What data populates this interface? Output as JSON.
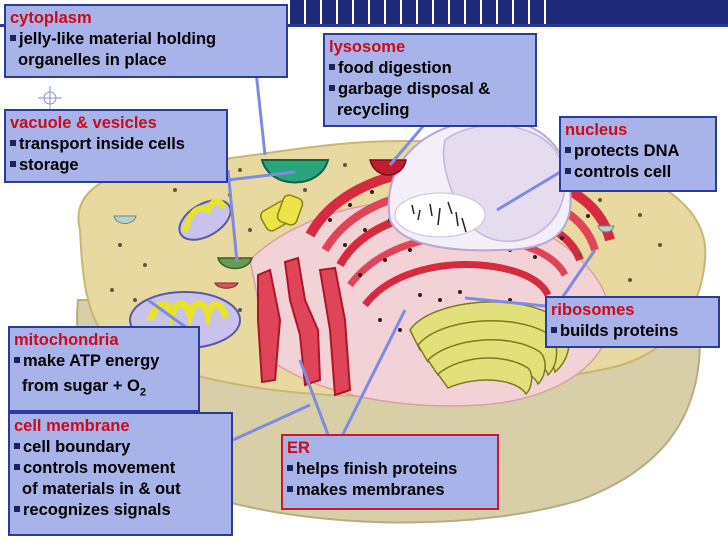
{
  "labels": {
    "cytoplasm": {
      "title": "cytoplasm",
      "items": [
        "jelly-like material holding"
      ],
      "cont": "organelles in place"
    },
    "lysosome": {
      "title": "lysosome",
      "items": [
        "food digestion",
        "garbage disposal &"
      ],
      "cont": "recycling"
    },
    "vacuole": {
      "title": "vacuole & vesicles",
      "items": [
        "transport inside cells",
        "storage"
      ]
    },
    "nucleus": {
      "title": "nucleus",
      "items": [
        "protects DNA",
        "controls cell"
      ]
    },
    "ribosomes": {
      "title": "ribosomes",
      "items": [
        "builds proteins"
      ]
    },
    "mitochondria": {
      "title": "mitochondria",
      "items": [
        "make ATP energy"
      ],
      "cont": "from sugar + O",
      "sub": "2"
    },
    "cell_membrane": {
      "title": "cell membrane",
      "items": [
        "cell boundary",
        "controls movement"
      ],
      "cont": "of materials in & out",
      "item3": "recognizes signals"
    },
    "er": {
      "title": "ER",
      "items": [
        "helps finish proteins",
        "makes membranes"
      ]
    }
  },
  "colors": {
    "box_fill": "#a8b3ea",
    "box_border": "#2b3c98",
    "title_red": "#cc0a1a",
    "cytoplasm_fill": "#e8d9a0",
    "er_red": "#d62a40",
    "golgi_yellow": "#e2e07a"
  }
}
